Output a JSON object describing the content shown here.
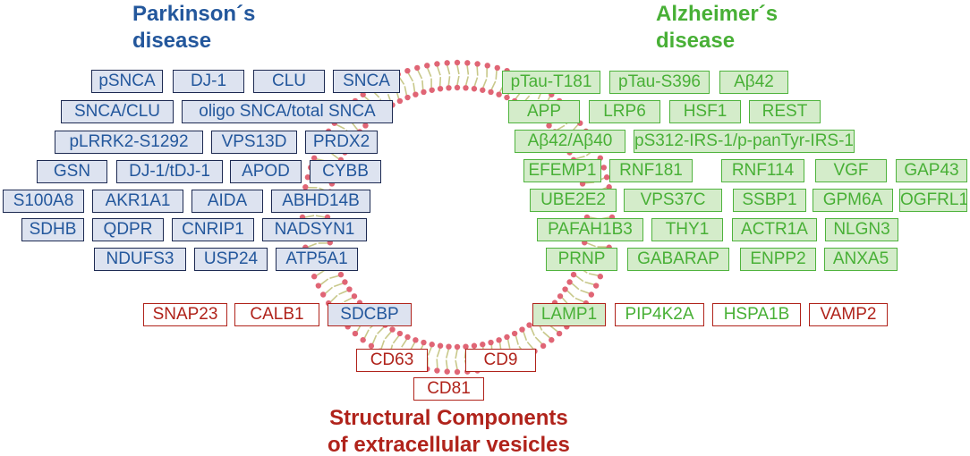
{
  "titles": {
    "parkinsons": [
      "Parkinson´s",
      "disease"
    ],
    "alzheimers": [
      "Alzheimer´s",
      "disease"
    ],
    "structural": [
      "Structural Components",
      "of extracellular vesicles"
    ]
  },
  "colors": {
    "parkinsons": "#23579c",
    "alzheimers": "#48b036",
    "structural": "#b0231b",
    "membrane_head": "#e06575",
    "membrane_tail": "#c8c88a"
  },
  "parkinsons_markers": [
    "pSNCA",
    "DJ-1",
    "CLU",
    "SNCA",
    "SNCA/CLU",
    "oligo SNCA/total SNCA",
    "pLRRK2-S1292",
    "VPS13D",
    "PRDX2",
    "GSN",
    "DJ-1/tDJ-1",
    "APOD",
    "CYBB",
    "S100A8",
    "AKR1A1",
    "AIDA",
    "ABHD14B",
    "SDHB",
    "QDPR",
    "CNRIP1",
    "NADSYN1",
    "NDUFS3",
    "USP24",
    "ATP5A1"
  ],
  "alzheimers_markers": [
    "pTau-T181",
    "pTau-S396",
    "Aβ42",
    "APP",
    "LRP6",
    "HSF1",
    "REST",
    "Aβ42/Aβ40",
    "pS312-IRS-1/p-panTyr-IRS-1",
    "EFEMP1",
    "RNF181",
    "RNF114",
    "VGF",
    "GAP43",
    "UBE2E2",
    "VPS37C",
    "SSBP1",
    "GPM6A",
    "OGFRL1",
    "PAFAH1B3",
    "THY1",
    "ACTR1A",
    "NLGN3",
    "PRNP",
    "GABARAP",
    "ENPP2",
    "ANXA5"
  ],
  "structural_markers": [
    "SNAP23",
    "CALB1",
    "SDCBP",
    "LAMP1",
    "PIP4K2A",
    "HSPA1B",
    "VAMP2",
    "CD63",
    "CD9",
    "CD81"
  ]
}
